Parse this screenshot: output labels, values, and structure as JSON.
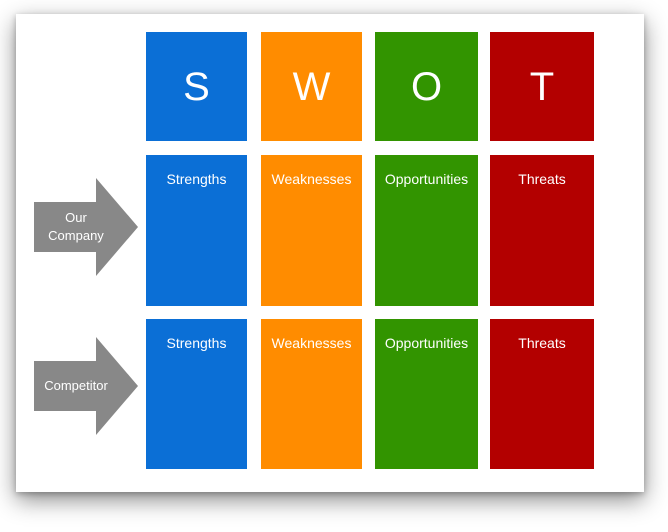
{
  "headers": [
    {
      "letter": "S",
      "color": "#0b6fd6"
    },
    {
      "letter": "W",
      "color": "#ff8c00"
    },
    {
      "letter": "O",
      "color": "#329400"
    },
    {
      "letter": "T",
      "color": "#b30000"
    }
  ],
  "rows": [
    {
      "label": "Our Company",
      "cells": [
        "Strengths",
        "Weaknesses",
        "Opportunities",
        "Threats"
      ]
    },
    {
      "label": "Competitor",
      "cells": [
        "Strengths",
        "Weaknesses",
        "Opportunities",
        "Threats"
      ]
    }
  ],
  "arrow_color": "#888888"
}
